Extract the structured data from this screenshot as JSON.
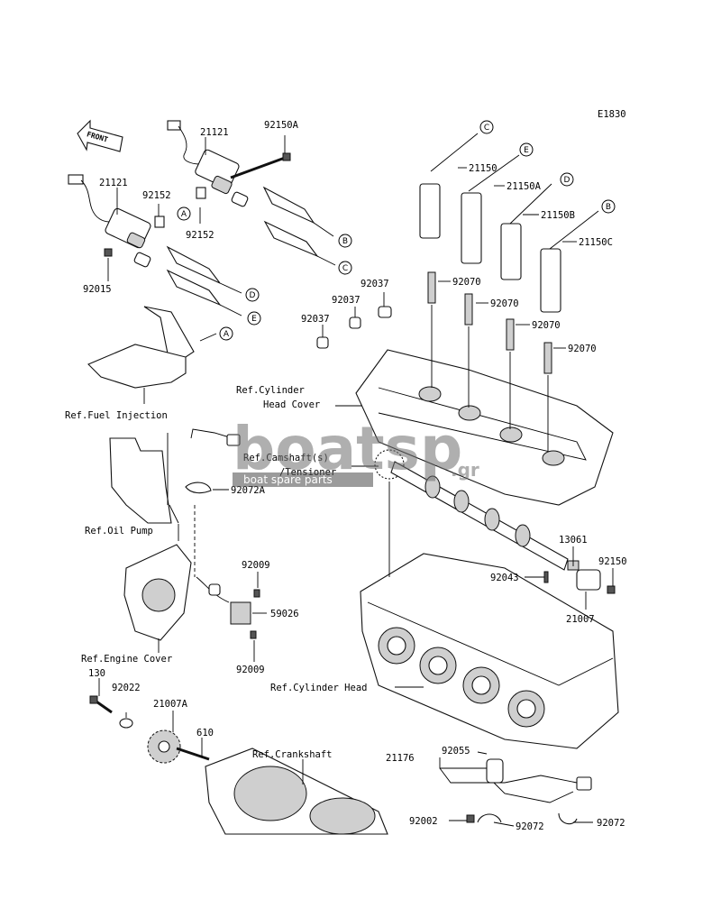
{
  "diagram_code": "E1830",
  "front_label": "FRONT",
  "parts": {
    "p21121_top": "21121",
    "p92150A": "92150A",
    "p21121_left": "21121",
    "p92152_top": "92152",
    "p92152_mid": "92152",
    "p92015": "92015",
    "p21150": "21150",
    "p21150A": "21150A",
    "p21150B": "21150B",
    "p21150C": "21150C",
    "p92070_1": "92070",
    "p92070_2": "92070",
    "p92070_3": "92070",
    "p92070_4": "92070",
    "p92037_1": "92037",
    "p92037_2": "92037",
    "p92037_3": "92037",
    "p92072A": "92072A",
    "p13061": "13061",
    "p92150": "92150",
    "p92043": "92043",
    "p21007": "21007",
    "p92009_top": "92009",
    "p59026": "59026",
    "p92009_bot": "92009",
    "p130": "130",
    "p92022": "92022",
    "p21007A": "21007A",
    "p610": "610",
    "p21176": "21176",
    "p92055": "92055",
    "p92002": "92002",
    "p92072_mid": "92072",
    "p92072_right": "92072"
  },
  "refs": {
    "fuel_injection": "Ref.Fuel Injection",
    "cyl_head_cover_1": "Ref.Cylinder",
    "cyl_head_cover_2": "Head Cover",
    "camshaft_1": "Ref.Camshaft(s)",
    "camshaft_2": "/Tensioner",
    "oil_pump": "Ref.Oil Pump",
    "engine_cover": "Ref.Engine Cover",
    "cylinder_head": "Ref.Cylinder Head",
    "crankshaft": "Ref.Crankshaft"
  },
  "callouts": {
    "A1": "A",
    "A2": "A",
    "B1": "B",
    "B2": "B",
    "C1": "C",
    "C2": "C",
    "D1": "D",
    "D2": "D",
    "E1": "E",
    "E2": "E"
  },
  "watermark": {
    "brand": "boatsp",
    "tld": ".gr",
    "tagline": "boat spare parts"
  }
}
